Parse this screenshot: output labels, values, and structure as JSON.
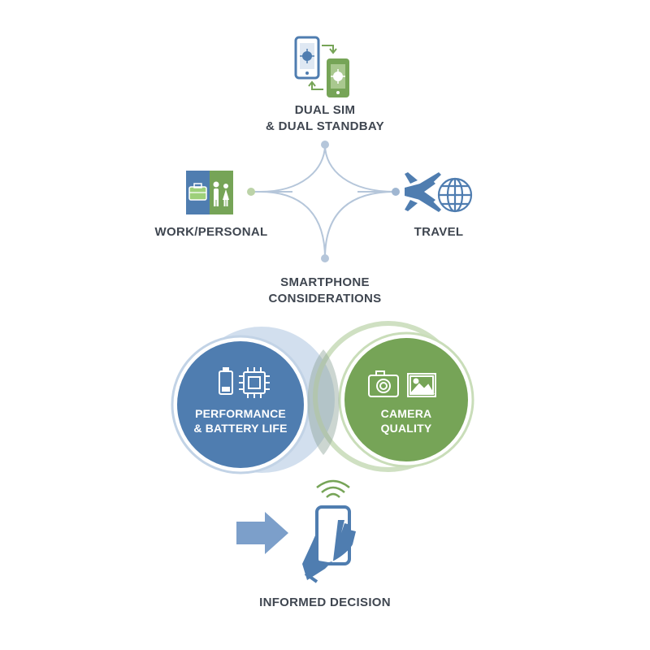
{
  "nodes": {
    "dual_sim": {
      "line1": "DUAL SIM",
      "line2": "& DUAL STANDBAY",
      "icon": "dual-phone-swap-icon"
    },
    "work_personal": {
      "label": "WORK/PERSONAL",
      "icon": "briefcase-family-icon"
    },
    "travel": {
      "label": "TRAVEL",
      "icons": [
        "airplane-icon",
        "globe-icon"
      ]
    },
    "center": {
      "line1": "SMARTPHONE",
      "line2": "CONSIDERATIONS"
    },
    "performance": {
      "line1": "PERFORMANCE",
      "line2": "& BATTERY LIFE",
      "icons": [
        "battery-icon",
        "chip-icon"
      ]
    },
    "camera": {
      "line1": "CAMERA",
      "line2": "QUALITY",
      "icons": [
        "camera-icon",
        "image-icon"
      ]
    },
    "decision": {
      "label": "INFORMED DECISION",
      "icons": [
        "arrow-right-icon",
        "hand-phone-icon"
      ]
    }
  },
  "colors": {
    "blue": "#4f7db0",
    "blue_light": "#b9cde3",
    "green": "#76a457",
    "green_light": "#c8dcb8",
    "text": "#3f4650",
    "connector": "#b5c6da"
  }
}
